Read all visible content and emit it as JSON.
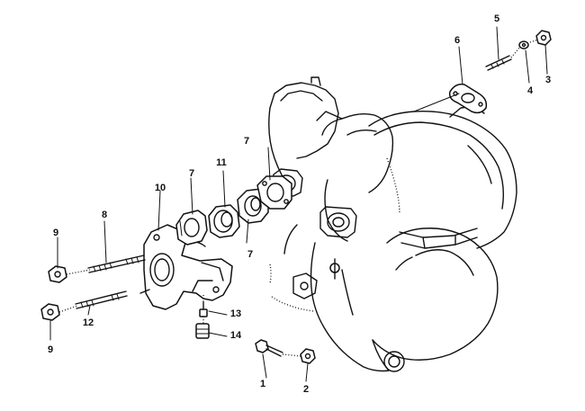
{
  "diagram": {
    "callouts": [
      {
        "id": "1",
        "label": "1"
      },
      {
        "id": "2",
        "label": "2"
      },
      {
        "id": "3",
        "label": "3"
      },
      {
        "id": "4",
        "label": "4"
      },
      {
        "id": "5",
        "label": "5"
      },
      {
        "id": "6",
        "label": "6"
      },
      {
        "id": "7a",
        "label": "7"
      },
      {
        "id": "7b",
        "label": "7"
      },
      {
        "id": "7c",
        "label": "7"
      },
      {
        "id": "8",
        "label": "8"
      },
      {
        "id": "9a",
        "label": "9"
      },
      {
        "id": "9b",
        "label": "9"
      },
      {
        "id": "10",
        "label": "10"
      },
      {
        "id": "11",
        "label": "11"
      },
      {
        "id": "12",
        "label": "12"
      },
      {
        "id": "13",
        "label": "13"
      },
      {
        "id": "14",
        "label": "14"
      }
    ]
  }
}
